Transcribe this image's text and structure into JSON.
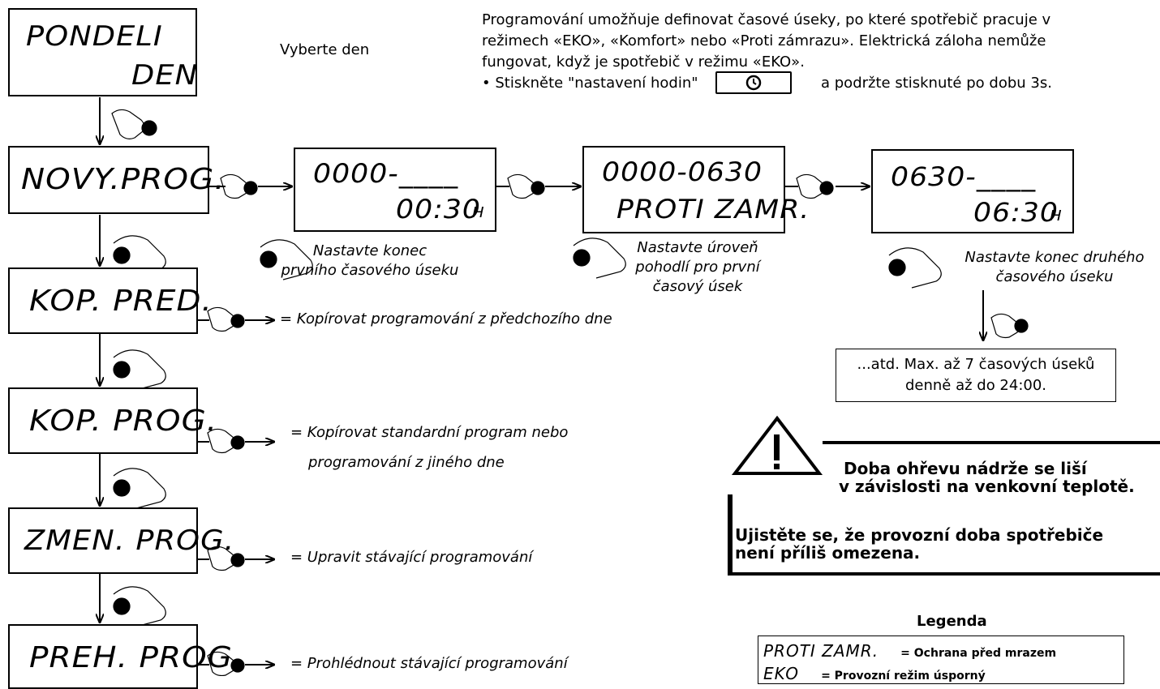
{
  "days_box": {
    "line1": "PONDELI",
    "line2": "DEN"
  },
  "select_day_label": "Vyberte den",
  "intro": {
    "line1": "Programování umožňuje definovat časové úseky, po které spotřebič pracuje v",
    "line2": "režimech «EKO», «Komfort» nebo «Proti zámrazu». Elektrická záloha nemůže",
    "line3": "fungovat, když je spotřebič v režimu «EKO».",
    "step_prefix": "• Stiskněte \"nastavení hodin\"",
    "step_suffix": "a podržte stisknuté po dobu 3s."
  },
  "menu": [
    {
      "label": "NOVY.PROG."
    },
    {
      "label": "KOP. PRED.",
      "description": "= Kopírovat programování z předchozího dne"
    },
    {
      "label": "KOP. PROG.",
      "description_line1": "= Kopírovat standardní program nebo",
      "description_line2": "programování z jiného dne"
    },
    {
      "label": "ZMEN. PROG.",
      "description": "= Upravit stávající programování"
    },
    {
      "label": "PREH. PROG.",
      "description": "= Prohlédnout stávající programování"
    }
  ],
  "screens": [
    {
      "top": "0000-____",
      "bottom": "00:30",
      "unit": "H",
      "caption_line1": "Nastavte konec",
      "caption_line2": "prvního časového úseku"
    },
    {
      "top": "0000-0630",
      "bottom": "PROTI ZAMR.",
      "caption_line1": "Nastavte úroveň",
      "caption_line2": "pohodlí pro první",
      "caption_line3": "časový úsek"
    },
    {
      "top": "0630-____",
      "bottom": "06:30",
      "unit": "H",
      "caption_line1": "Nastavte konec druhého",
      "caption_line2": "časového úseku"
    }
  ],
  "etc_box": {
    "line1": "...atd. Max. až 7 časových úseků",
    "line2": "denně až do 24:00."
  },
  "warning": {
    "line1": "Doba ohřevu nádrže se liší",
    "line2": "v závislosti na venkovní teplotě.",
    "line3": "Ujistěte se, že provozní doba spotřebiče",
    "line4": "není příliš omezena."
  },
  "legend": {
    "title": "Legenda",
    "item1_code": "PROTI ZAMR.",
    "item1_text": "= Ochrana před mrazem",
    "item2_code": "EKO",
    "item2_text": "= Provozní režim úsporný"
  }
}
